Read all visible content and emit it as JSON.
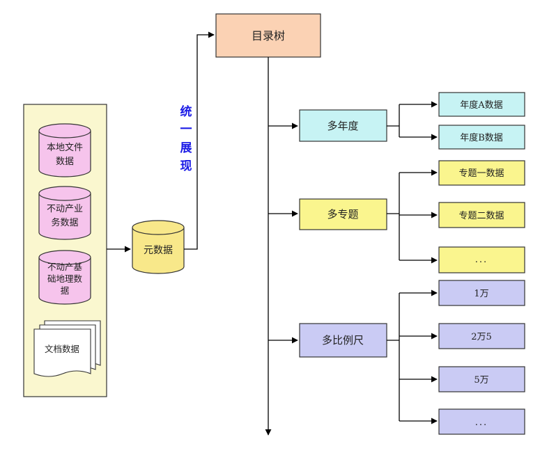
{
  "sources": {
    "local_files": [
      "本地文件",
      "数据"
    ],
    "realestate_business": [
      "不动产业",
      "务数据"
    ],
    "realestate_geo": [
      "不动产基",
      "础地理数",
      "据"
    ],
    "documents": "文档数据"
  },
  "metadata": "元数据",
  "unified_display": [
    "统",
    "一",
    "展",
    "现"
  ],
  "catalog_tree": "目录树",
  "branches": {
    "multi_year": {
      "label": "多年度",
      "children": [
        "年度A数据",
        "年度B数据"
      ]
    },
    "multi_topic": {
      "label": "多专题",
      "children": [
        "专题一数据",
        "专题二数据",
        "..."
      ]
    },
    "multi_scale": {
      "label": "多比例尺",
      "children": [
        "1万",
        "2万5",
        "5万",
        "..."
      ]
    }
  },
  "colors": {
    "source_panel_fill": "#FAF7CF",
    "cylinder_pink": "#F6C4EC",
    "cylinder_yellow": "#F8E88A",
    "catalog_fill": "#FBD2B4",
    "year_fill": "#C7F3F4",
    "topic_fill": "#FAF58E",
    "scale_fill": "#CACBF4",
    "unified_text": "#1A1AE6",
    "line": "#000000"
  }
}
